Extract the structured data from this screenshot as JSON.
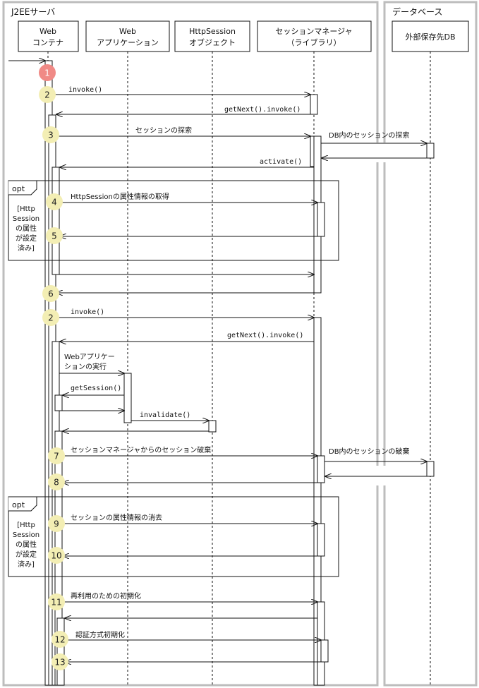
{
  "frames": {
    "server": "J2EEサーバ",
    "db": "データベース"
  },
  "participants": {
    "web_container": [
      "Web",
      "コンテナ"
    ],
    "web_app": [
      "Web",
      "アプリケーション"
    ],
    "http_session": [
      "HttpSession",
      "オブジェクト"
    ],
    "session_manager": [
      "セッションマネージャ",
      "（ライブラリ）"
    ],
    "external_db": [
      "外部保存先DB"
    ]
  },
  "messages": {
    "invoke_1": "invoke()",
    "getnext_1": "getNext().invoke()",
    "session_search": "セッションの探索",
    "db_session_search": "DB内のセッションの探索",
    "activate": "activate()",
    "get_attr": "HttpSessionの属性情報の取得",
    "invoke_2": "invoke()",
    "getnext_2": "getNext().invoke()",
    "webapp_exec": [
      "Webアプリケー",
      "ションの実行"
    ],
    "getsession": "getSession()",
    "invalidate": "invalidate()",
    "destroy_session": "セッションマネージャからのセッション破棄",
    "db_session_destroy": "DB内のセッションの破棄",
    "remove_attr": "セッションの属性情報の消去",
    "reinit": "再利用のための初期化",
    "auth_init": "認証方式初期化"
  },
  "opt_frames": [
    {
      "tag": "opt",
      "guard": [
        "[Http",
        "Session",
        "の属性",
        "が設定",
        "済み]"
      ]
    },
    {
      "tag": "opt",
      "guard": [
        "[Http",
        "Session",
        "の属性",
        "が設定",
        "済み]"
      ]
    }
  ],
  "step_numbers": [
    "1",
    "2",
    "3",
    "4",
    "5",
    "6",
    "2",
    "7",
    "8",
    "9",
    "10",
    "11",
    "12",
    "13"
  ],
  "colors": {
    "step_circle": "#f3eeb4",
    "step_circle_first": "#f08a86",
    "frame_border": "#bdbdbd",
    "line": "#111111"
  }
}
